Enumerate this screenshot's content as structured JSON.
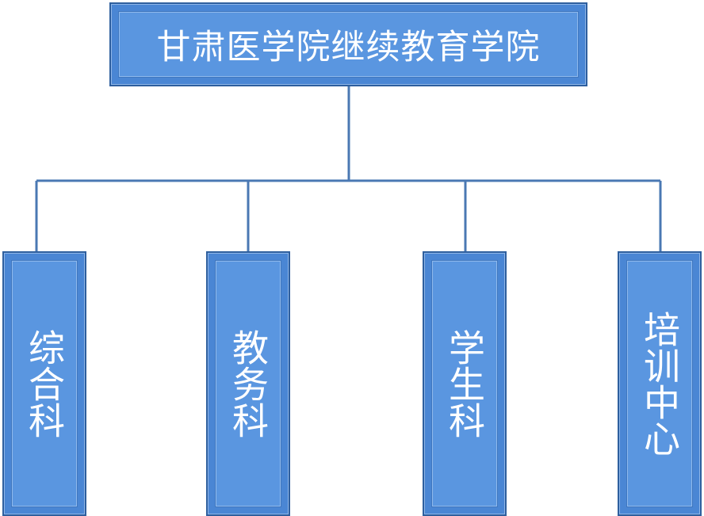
{
  "org_chart": {
    "root": {
      "label": "甘肃医学院继续教育学院"
    },
    "departments": [
      {
        "label": "综合科"
      },
      {
        "label": "教务科"
      },
      {
        "label": "学生科"
      },
      {
        "label": "培训中心"
      }
    ]
  },
  "colors": {
    "box_outer": "#4a86d4",
    "box_inner": "#5a96e0",
    "box_border": "#2e5f9e",
    "connector": "#4a78b3",
    "text": "#ffffff"
  }
}
